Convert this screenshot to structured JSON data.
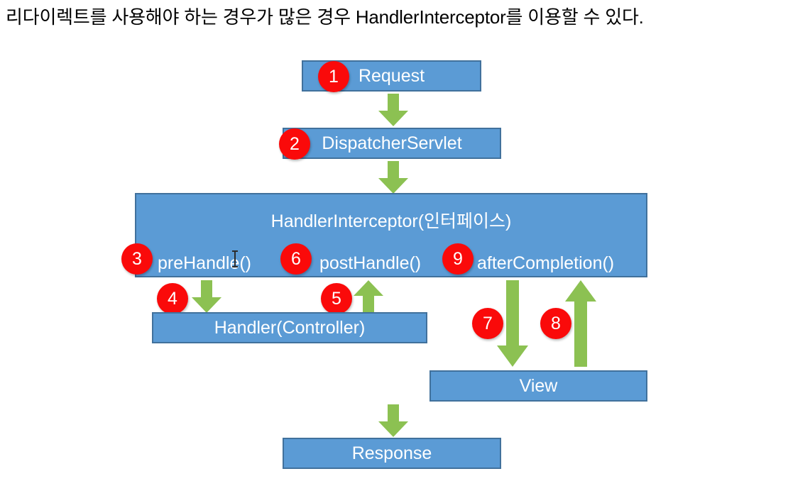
{
  "heading": {
    "text": "리다이렉트를 사용해야 하는 경우가 많은 경우 HandlerInterceptor를 이용할 수 있다."
  },
  "colors": {
    "box_fill": "#5B9BD5",
    "box_border": "#41719C",
    "arrow_green": "#8CC152",
    "badge_red": "#FA0A0A",
    "box_text": "#FFFFFF",
    "heading_text": "#000000",
    "background": "#FFFFFF"
  },
  "diagram": {
    "title": "Spring MVC HandlerInterceptor flow",
    "nodes": [
      {
        "id": "request",
        "label": "Request"
      },
      {
        "id": "dispatcher",
        "label": "DispatcherServlet"
      },
      {
        "id": "interceptor",
        "label": "HandlerInterceptor(인터페이스)"
      },
      {
        "id": "handler",
        "label": "Handler(Controller)"
      },
      {
        "id": "view",
        "label": "View"
      },
      {
        "id": "response",
        "label": "Response"
      }
    ],
    "interceptor_methods": [
      {
        "id": "pre-handle",
        "label": "preHandle()"
      },
      {
        "id": "post-handle",
        "label": "postHandle()"
      },
      {
        "id": "after-completion",
        "label": "afterCompletion()"
      }
    ],
    "step_badges": [
      {
        "n": "1",
        "attached_to": "request"
      },
      {
        "n": "2",
        "attached_to": "dispatcher"
      },
      {
        "n": "3",
        "attached_to": "pre-handle"
      },
      {
        "n": "4",
        "attached_to": "interceptor-to-handler"
      },
      {
        "n": "5",
        "attached_to": "handler-to-interceptor"
      },
      {
        "n": "6",
        "attached_to": "post-handle"
      },
      {
        "n": "7",
        "attached_to": "interceptor-to-view"
      },
      {
        "n": "8",
        "attached_to": "view-to-interceptor"
      },
      {
        "n": "9",
        "attached_to": "after-completion"
      }
    ],
    "arrows": [
      {
        "id": "request-to-dispatcher",
        "direction": "down"
      },
      {
        "id": "dispatcher-to-interceptor",
        "direction": "down"
      },
      {
        "id": "interceptor-to-handler",
        "direction": "down"
      },
      {
        "id": "handler-to-interceptor",
        "direction": "up"
      },
      {
        "id": "interceptor-to-view",
        "direction": "down"
      },
      {
        "id": "view-to-interceptor",
        "direction": "up"
      },
      {
        "id": "interceptor-to-response",
        "direction": "down"
      }
    ]
  }
}
